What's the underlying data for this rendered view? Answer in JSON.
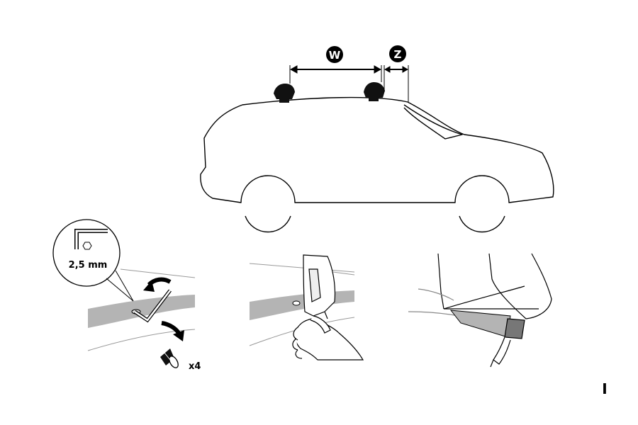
{
  "labels": {
    "w": "W",
    "z": "Z",
    "hex_size": "2,5 mm",
    "quantity": "x4",
    "page_marker": "I"
  },
  "icons": {
    "car": "car-side-outline-icon",
    "foot": "roof-rack-foot-icon",
    "hex_key": "hex-key-icon",
    "bolt": "bolt-icon"
  },
  "colors": {
    "stroke": "#000000",
    "roof_strip": "#b4b4b4",
    "line": "#999999"
  }
}
